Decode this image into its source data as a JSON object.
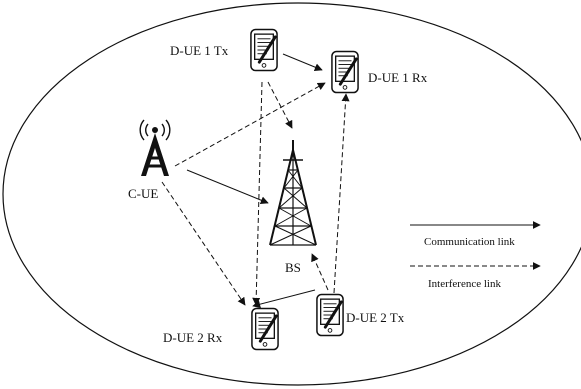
{
  "diagram": {
    "labels": {
      "due1_tx": "D-UE 1 Tx",
      "due1_rx": "D-UE 1 Rx",
      "cue": "C-UE",
      "bs": "BS",
      "due2_rx": "D-UE 2 Rx",
      "due2_tx": "D-UE 2 Tx"
    },
    "legend": {
      "communication": "Communication link",
      "interference": "Interference link"
    }
  }
}
